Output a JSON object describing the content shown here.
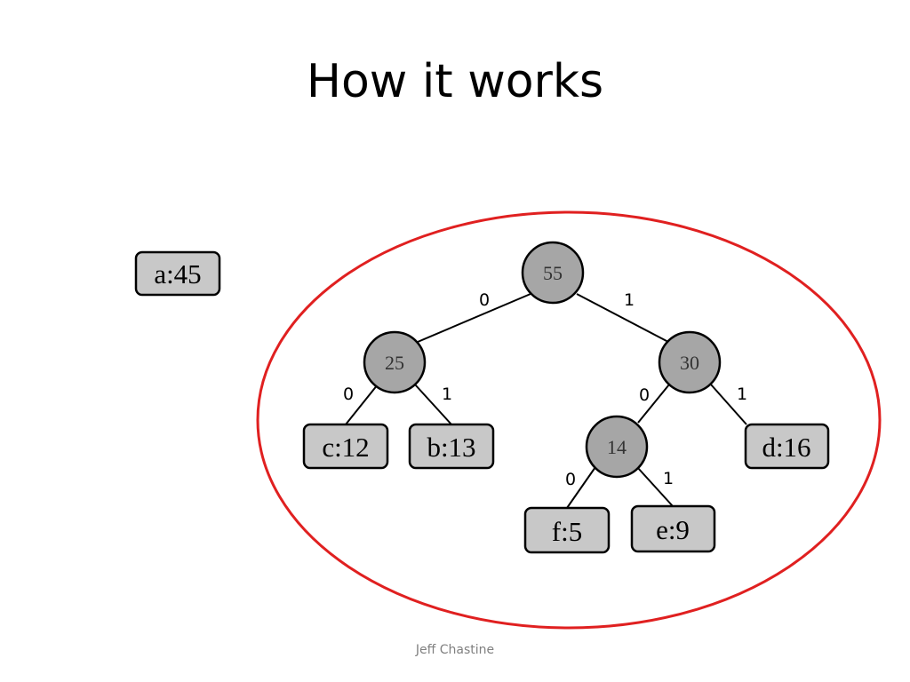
{
  "slide": {
    "title": "How it works",
    "footer": "Jeff Chastine"
  },
  "tree": {
    "standalone_leaf": "a:45",
    "internal_nodes": {
      "root": "55",
      "left": "25",
      "right": "30",
      "right_left": "14"
    },
    "leaves": {
      "c": "c:12",
      "b": "b:13",
      "d": "d:16",
      "f": "f:5",
      "e": "e:9"
    },
    "edge_labels": {
      "root_left": "0",
      "root_right": "1",
      "n25_left": "0",
      "n25_right": "1",
      "n30_left": "0",
      "n30_right": "1",
      "n14_left": "0",
      "n14_right": "1"
    }
  },
  "colors": {
    "highlight_ellipse": "#e02020",
    "node_fill": "#a6a6a6",
    "leaf_fill": "#c8c8c8"
  }
}
